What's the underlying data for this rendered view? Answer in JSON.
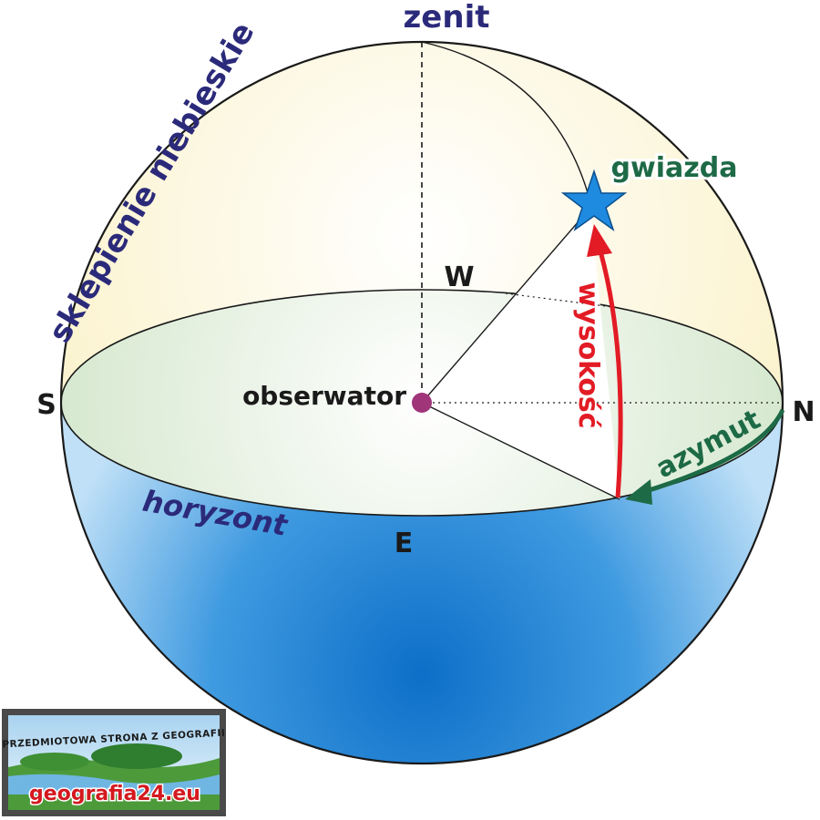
{
  "diagram": {
    "labels": {
      "zenith": "zenit",
      "star": "gwiazda",
      "observer": "obserwator",
      "altitude": "wysokość",
      "azimuth": "azymut",
      "horizon": "horyzont",
      "celestial_sphere": "sklepienie niebieskie"
    },
    "cardinal_points": {
      "north": "N",
      "south": "S",
      "east": "E",
      "west": "W"
    }
  },
  "logo": {
    "tagline": "PRZEDMIOTOWA STRONA Z GEOGRAFII",
    "url": "geografia24.eu"
  },
  "colors": {
    "upper_sphere": "#fdf7d9",
    "lower_sphere": "#1f86d3",
    "horizon_plane": "#e3eed9",
    "altitude_arrow": "#e21b25",
    "azimuth_arrow": "#1d6a46",
    "star": "#1f8be0",
    "observer_dot": "#a0357a"
  }
}
